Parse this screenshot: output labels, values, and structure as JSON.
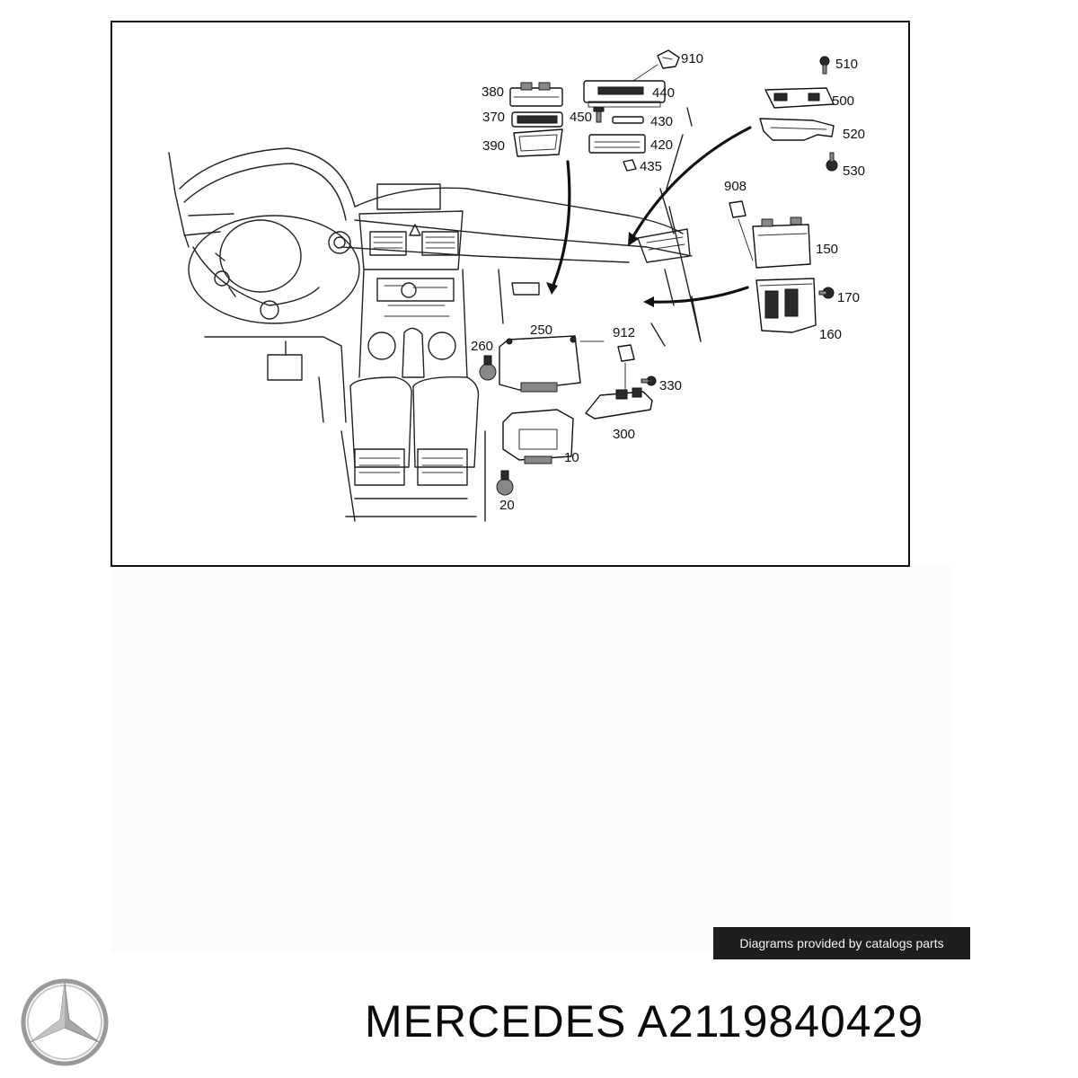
{
  "diagram": {
    "callouts": [
      "910",
      "440",
      "380",
      "370",
      "450",
      "430",
      "390",
      "420",
      "435",
      "510",
      "500",
      "520",
      "530",
      "908",
      "150",
      "170",
      "160",
      "250",
      "260",
      "912",
      "330",
      "300",
      "10",
      "20"
    ]
  },
  "credit": {
    "text": "Diagrams provided by catalogs parts"
  },
  "footer": {
    "brand": "MERCEDES",
    "part_number": "A2119840429"
  },
  "logo": {
    "icon": "three-pointed-star-icon",
    "color": "#9a9a9a"
  }
}
